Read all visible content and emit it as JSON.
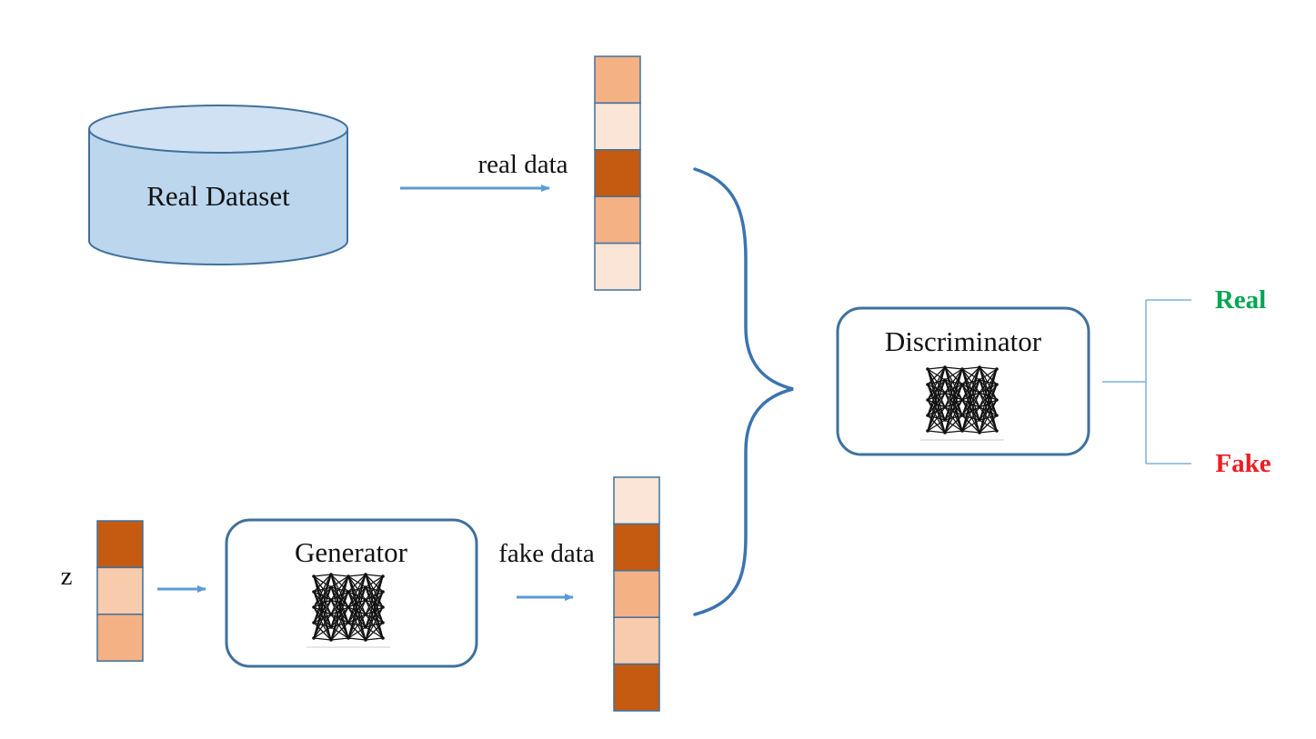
{
  "colors": {
    "cylinder_fill": "#bcd6ee",
    "cylinder_stroke": "#41719c",
    "arrow": "#5b9bd5",
    "box_stroke": "#41719c",
    "brace": "#3b74b0",
    "cell_stroke": "#41719c",
    "cell_darkest": "#c55a11",
    "cell_medium": "#f4b183",
    "cell_light": "#f8cbad",
    "cell_lightest": "#fbe5d6",
    "real_color": "#00a651",
    "fake_color": "#ee1c25",
    "network_color": "#111111"
  },
  "dataset": {
    "label": "Real Dataset"
  },
  "real_data": {
    "label": "real data",
    "cells": [
      "medium",
      "lightest",
      "darkest",
      "medium",
      "lightest"
    ]
  },
  "fake_data": {
    "label": "fake data",
    "cells": [
      "lightest",
      "darkest",
      "medium",
      "light",
      "darkest"
    ]
  },
  "noise": {
    "label": "z",
    "cells": [
      "darkest",
      "light",
      "medium"
    ]
  },
  "generator": {
    "label": "Generator",
    "icon": "neural-network-icon"
  },
  "discriminator": {
    "label": "Discriminator",
    "icon": "neural-network-icon"
  },
  "outputs": {
    "real": "Real",
    "fake": "Fake"
  }
}
